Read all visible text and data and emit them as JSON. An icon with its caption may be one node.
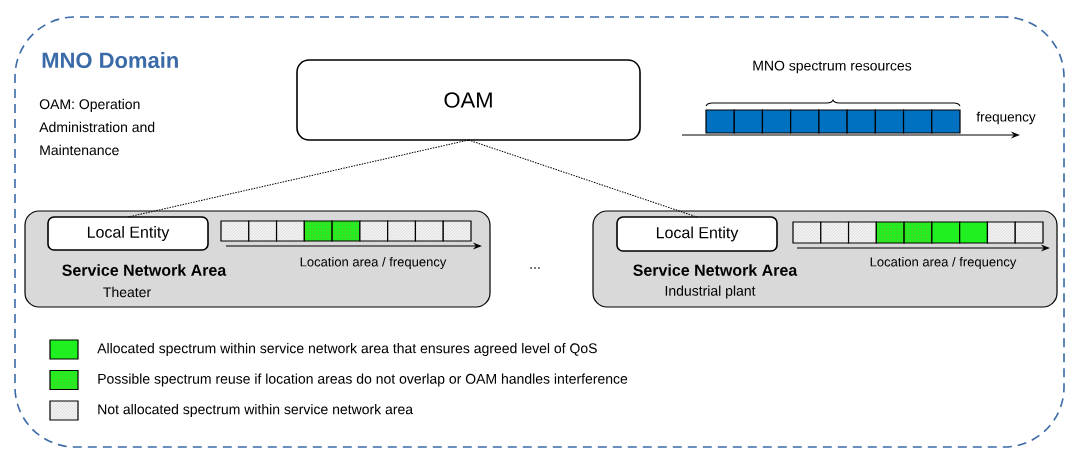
{
  "diagram": {
    "nodes": [
      {
        "text": [
          "MNO Domain"
        ]
      },
      {
        "text": [
          "OAM"
        ],
        "in": 0
      },
      {
        "text": [
          "Service Network Area",
          "Theater"
        ],
        "in": 0
      },
      {
        "text": [
          "Local Entity"
        ],
        "in": 2
      },
      {
        "text": [
          "Service Network Area",
          "Industrial plant"
        ],
        "in": 0
      },
      {
        "text": [
          "Local Entity"
        ],
        "in": 4
      }
    ],
    "edges": [
      {
        "from": 1,
        "to": 3,
        "arrow": "none",
        "style": "dashed"
      },
      {
        "from": 1,
        "to": 5,
        "arrow": "none",
        "style": "dashed"
      }
    ],
    "labels": [
      "OAM: Operation Administration and Maintenance",
      "MNO spectrum resources",
      "frequency",
      "Location area / frequency",
      "...",
      "Location area / frequency"
    ],
    "legend": [
      {
        "text": "Allocated spectrum within service network area that ensures agreed level of QoS",
        "color": "#20f020"
      },
      {
        "text": "Possible spectrum reuse if location areas do not overlap or OAM handles interference"
      },
      {
        "text": "Not allocated spectrum within service network area"
      }
    ]
  }
}
